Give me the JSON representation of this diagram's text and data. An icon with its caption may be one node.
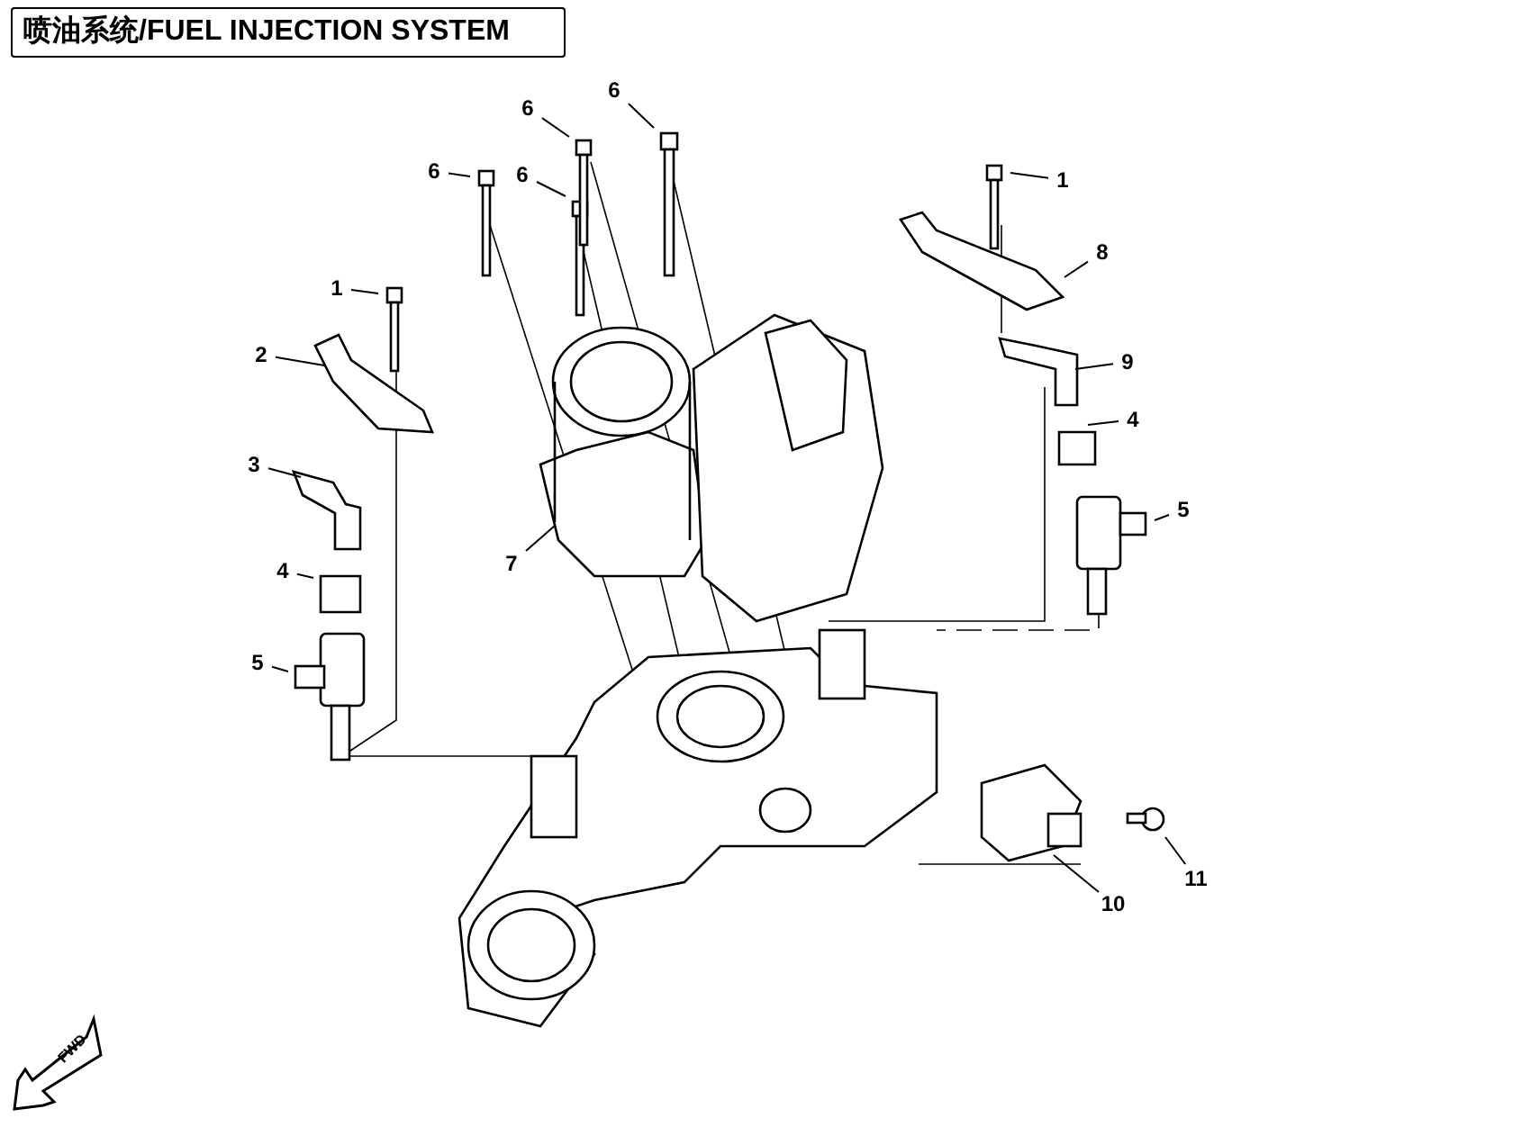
{
  "diagram": {
    "title": "喷油系统/FUEL INJECTION SYSTEM",
    "nodes": [
      {
        "text": [
          "6"
        ]
      },
      {
        "text": [
          "6"
        ]
      },
      {
        "text": [
          "6"
        ]
      },
      {
        "text": [
          "6"
        ]
      },
      {
        "text": [
          "1"
        ]
      },
      {
        "text": [
          "8"
        ]
      },
      {
        "text": [
          "1"
        ]
      },
      {
        "text": [
          "2"
        ]
      },
      {
        "text": [
          "9"
        ]
      },
      {
        "text": [
          "4"
        ]
      },
      {
        "text": [
          "3"
        ]
      },
      {
        "text": [
          "5"
        ]
      },
      {
        "text": [
          "7"
        ]
      },
      {
        "text": [
          "4"
        ]
      },
      {
        "text": [
          "5"
        ]
      },
      {
        "text": [
          "11"
        ]
      },
      {
        "text": [
          "10"
        ]
      }
    ],
    "edges": [
      {
        "from": 0,
        "to": null,
        "arrow": "none"
      },
      {
        "from": 1,
        "to": null,
        "arrow": "none"
      },
      {
        "from": 2,
        "to": null,
        "arrow": "none"
      },
      {
        "from": 3,
        "to": null,
        "arrow": "none"
      },
      {
        "from": 4,
        "to": null,
        "arrow": "none"
      },
      {
        "from": 5,
        "to": null,
        "arrow": "none"
      },
      {
        "from": 6,
        "to": null,
        "arrow": "none"
      },
      {
        "from": 7,
        "to": null,
        "arrow": "none"
      },
      {
        "from": 8,
        "to": null,
        "arrow": "none"
      },
      {
        "from": 9,
        "to": null,
        "arrow": "none"
      },
      {
        "from": 10,
        "to": null,
        "arrow": "none"
      },
      {
        "from": 11,
        "to": null,
        "arrow": "none"
      },
      {
        "from": 12,
        "to": null,
        "arrow": "none"
      },
      {
        "from": 13,
        "to": null,
        "arrow": "none"
      },
      {
        "from": 14,
        "to": null,
        "arrow": "none"
      },
      {
        "from": 15,
        "to": null,
        "arrow": "none"
      },
      {
        "from": 16,
        "to": null,
        "arrow": "none"
      }
    ],
    "labels": [
      "FWD"
    ]
  }
}
